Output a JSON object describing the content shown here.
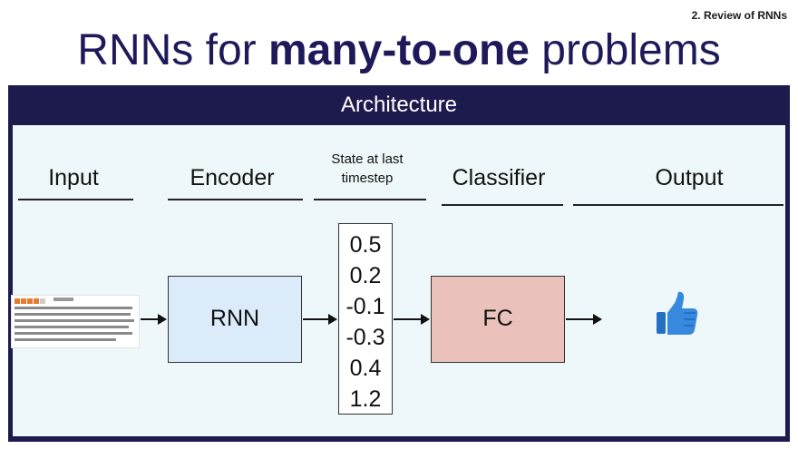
{
  "slide": {
    "section": "2. Review of RNNs",
    "title_prefix": "RNNs for ",
    "title_bold": "many-to-one",
    "title_suffix": " problems"
  },
  "panel": {
    "header": "Architecture",
    "columns": {
      "input": "Input",
      "encoder": "Encoder",
      "state_line1": "State at last",
      "state_line2": "timestep",
      "classifier": "Classifier",
      "output": "Output"
    },
    "rnn_label": "RNN",
    "fc_label": "FC",
    "state_values": [
      "0.5",
      "0.2",
      "-0.1",
      "-0.3",
      "0.4",
      "1.2"
    ],
    "input_rating_stars": 4,
    "output_icon": "thumbs-up-icon",
    "colors": {
      "panel": "#1d1b4d",
      "rnn_fill": "#dcebf9",
      "fc_fill": "#eac2bb",
      "thumb": "#2f7fd0"
    }
  }
}
